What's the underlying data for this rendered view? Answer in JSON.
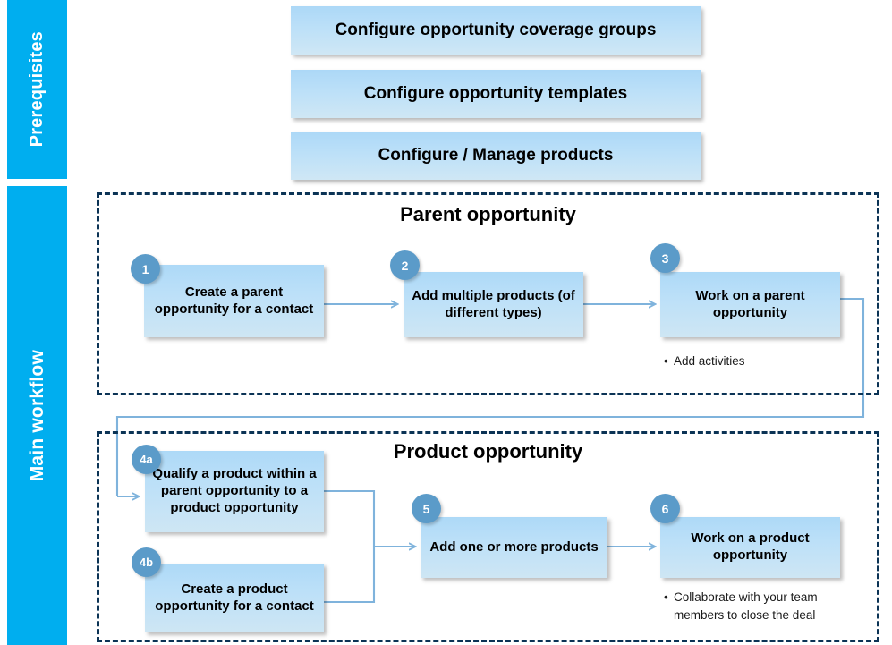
{
  "bands": [
    {
      "id": "prereq",
      "label": "Prerequisites",
      "color": "#00AEEF"
    },
    {
      "id": "main",
      "label": "Main workflow",
      "color": "#00AEEF"
    }
  ],
  "prerequisites": {
    "boxes": [
      {
        "label": "Configure opportunity coverage groups"
      },
      {
        "label": "Configure opportunity templates"
      },
      {
        "label": "Configure / Manage products"
      }
    ]
  },
  "groups": [
    {
      "id": "parent",
      "title": "Parent opportunity",
      "steps": [
        {
          "number": "1",
          "label": "Create a parent opportunity for a contact"
        },
        {
          "number": "2",
          "label": "Add multiple products (of different types)"
        },
        {
          "number": "3",
          "label": "Work on a parent opportunity"
        }
      ],
      "notes": [
        {
          "bullet": "•",
          "text": "Add activities"
        }
      ]
    },
    {
      "id": "product",
      "title": "Product opportunity",
      "steps": [
        {
          "number": "4a",
          "label": "Qualify a product within a parent opportunity to a product opportunity"
        },
        {
          "number": "4b",
          "label": "Create a product opportunity for a contact"
        },
        {
          "number": "5",
          "label": "Add one or more products"
        },
        {
          "number": "6",
          "label": "Work on a product opportunity"
        }
      ],
      "notes": [
        {
          "bullet": "•",
          "text": "Collaborate with your team members to close the deal"
        }
      ]
    }
  ],
  "colors": {
    "band": "#00AEEF",
    "box_fill_top": "#ADD9F7",
    "box_fill_bottom": "#CEE6F4",
    "badge": "#5B9BC9",
    "dashed_border": "#0B3355",
    "connector": "#7FB3DC",
    "text": "#000000"
  }
}
